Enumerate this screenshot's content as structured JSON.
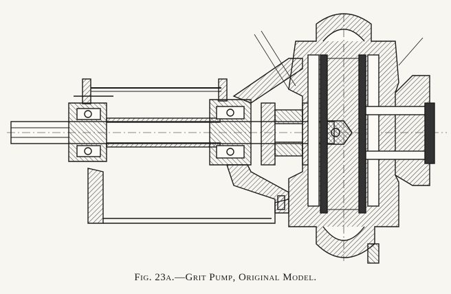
{
  "figure": {
    "caption": "Fig. 23a.—Grit Pump, Original Model."
  },
  "colors": {
    "paper": "#f7f6f1",
    "ink": "#1a1a1a",
    "hatch": "#555555"
  },
  "drawing": {
    "subject": "sectional elevation of centrifugal grit pump",
    "parts": [
      "shaft",
      "shaft-sleeve",
      "outboard-bearing",
      "inboard-bearing",
      "bearing-bracket",
      "stuffing-box",
      "impeller",
      "impeller-nut",
      "volute-casing",
      "suction-nozzle",
      "base-pedestal"
    ]
  }
}
